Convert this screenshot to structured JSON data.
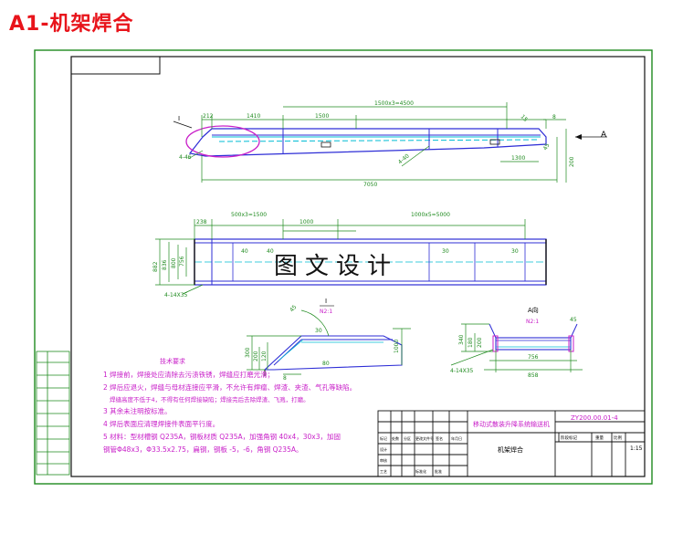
{
  "heading": "A1-机架焊合",
  "watermark": "图文设计",
  "colors": {
    "heading": "#e8141b",
    "frame": "#1e8a1e",
    "dimension": "#1e8a1e",
    "part": "#2d2dd6",
    "note": "#c81ec8",
    "highlight": "#c81ec8",
    "hidden": "#00bcd4"
  },
  "side_view": {
    "label_A": "A",
    "label_I": "I",
    "dims": [
      "212",
      "1410",
      "1500",
      "1500x3=4500",
      "7050",
      "1300",
      "200",
      "8",
      "15",
      "45",
      "4-46",
      "4-40"
    ]
  },
  "plan_view": {
    "dims_top": [
      "238",
      "500x3=1500",
      "1000",
      "1000x5=5000"
    ],
    "dims_left": [
      "882",
      "836",
      "800",
      "756"
    ],
    "inner_marks": [
      "40",
      "40",
      "30",
      "30"
    ],
    "hole_note": "4-14X35"
  },
  "detail_I": {
    "title": "I",
    "scale": "N2:1",
    "dims": [
      "300",
      "200",
      "120",
      "1000",
      "45",
      "30",
      "8",
      "80"
    ]
  },
  "view_A": {
    "title": "A向",
    "scale": "N2:1",
    "dims": [
      "340",
      "180",
      "200",
      "756",
      "858",
      "45"
    ],
    "hole_note": "4-14X35"
  },
  "tech_requirements": {
    "title": "技术要求",
    "items": [
      "1 焊接前，焊接处应清除去污渍铁锈，焊缝应打磨光滑；",
      "2 焊后应退火，焊缝与母材连接应平滑，不允许有焊瘤、焊渣、夹渣、气孔等缺陷。",
      "焊缝高度不低于4，不得有任何焊接缺陷；焊接完后去除焊渣、飞溅，打磨。",
      "3 其余未注明按标准。",
      "4 焊后表面应清理焊接件表面平行度。",
      "5 材料：型材槽钢 Q235A，钢板材质 Q235A，加强角钢 40x4，30x3，加固",
      "钢管Φ48x3，Φ33.5x2.75，扁钢，钢板 -5，-6，角钢 Q235A。"
    ]
  },
  "title_block": {
    "product": "移动式散装升降系统输送机",
    "drawing_no": "ZY200.00.01-4",
    "part_name": "机架焊合",
    "scale": "1:15",
    "stage_label": "阶段标记",
    "weight_label": "重量",
    "ratio_label": "比例",
    "rev_headers": [
      "标记",
      "处数",
      "分区",
      "更改文件号",
      "签名",
      "年月日"
    ],
    "roles": [
      "设计",
      "审核",
      "工艺",
      "标准化",
      "批准"
    ]
  }
}
